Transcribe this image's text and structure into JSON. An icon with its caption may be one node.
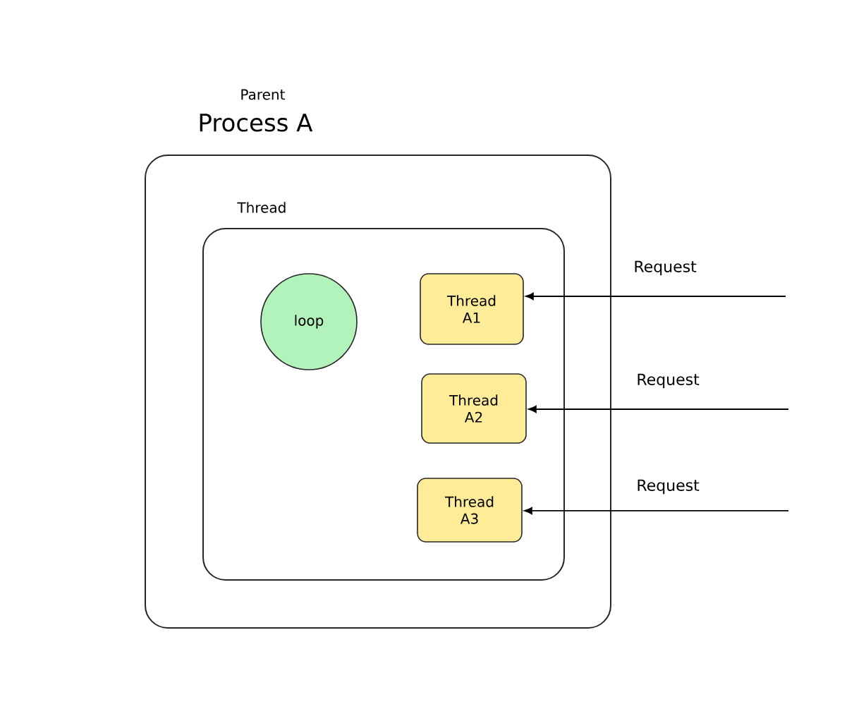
{
  "diagram": {
    "nodes": [
      {
        "text": [
          "Parent",
          "Process A"
        ]
      },
      {
        "text": [
          "Thread"
        ],
        "in": 0
      },
      {
        "text": [
          "loop"
        ],
        "in": 1
      },
      {
        "text": [
          "Thread A1"
        ],
        "in": 1
      },
      {
        "text": [
          "Thread A2"
        ],
        "in": 1
      },
      {
        "text": [
          "Thread A3"
        ],
        "in": 1
      }
    ],
    "edges": [
      {
        "from": null,
        "to": 3,
        "arrow": "to",
        "label": "Request"
      },
      {
        "from": null,
        "to": 4,
        "arrow": "to",
        "label": "Request"
      },
      {
        "from": null,
        "to": 5,
        "arrow": "to",
        "label": "Request"
      }
    ]
  }
}
